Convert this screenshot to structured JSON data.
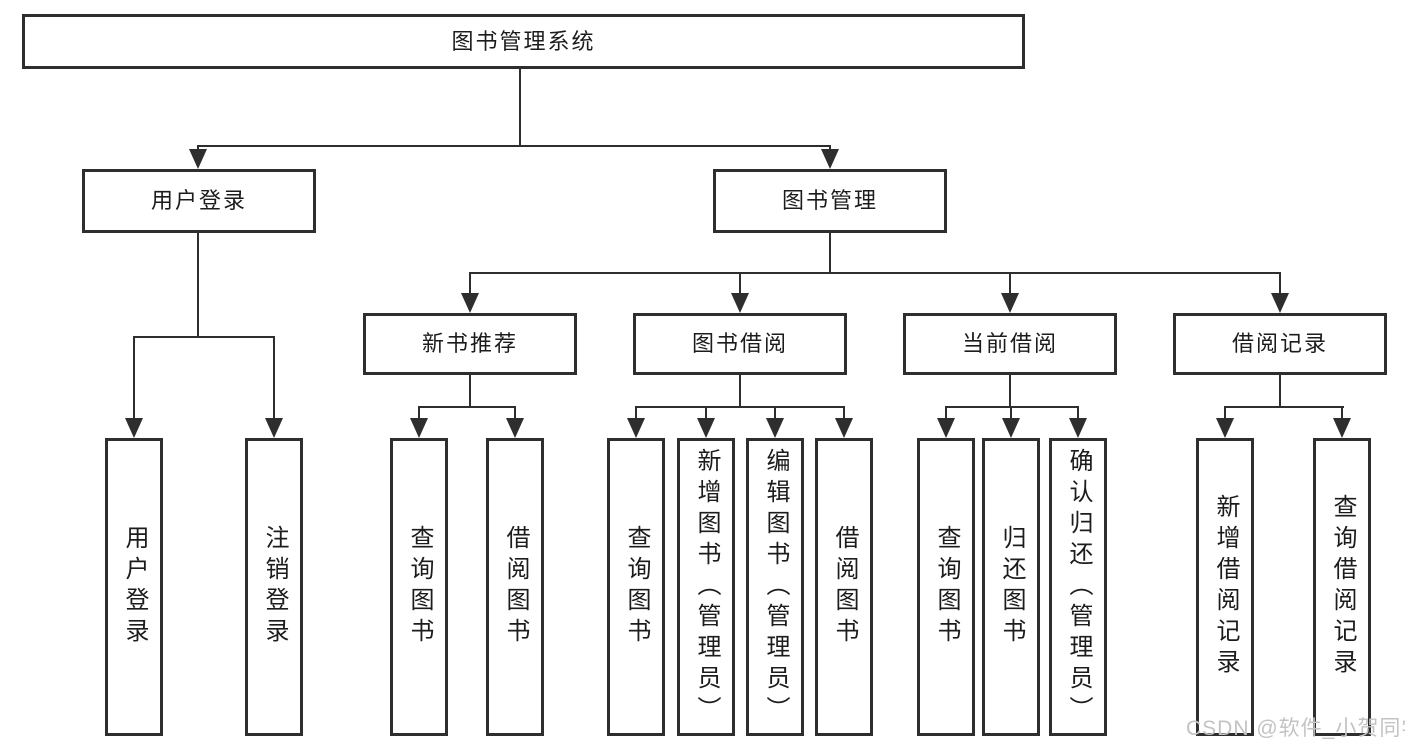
{
  "diagram": {
    "type": "hierarchy-tree",
    "root": {
      "label": "图书管理系统",
      "children": [
        {
          "label": "用户登录",
          "children": [
            {
              "label": "用户登录"
            },
            {
              "label": "注销登录"
            }
          ]
        },
        {
          "label": "图书管理",
          "children": [
            {
              "label": "新书推荐",
              "children": [
                {
                  "label": "查询图书"
                },
                {
                  "label": "借阅图书"
                }
              ]
            },
            {
              "label": "图书借阅",
              "children": [
                {
                  "label": "查询图书"
                },
                {
                  "label": "新增图书（管理员）"
                },
                {
                  "label": "编辑图书（管理员）"
                },
                {
                  "label": "借阅图书"
                }
              ]
            },
            {
              "label": "当前借阅",
              "children": [
                {
                  "label": "查询图书"
                },
                {
                  "label": "归还图书"
                },
                {
                  "label": "确认归还（管理员）"
                }
              ]
            },
            {
              "label": "借阅记录",
              "children": [
                {
                  "label": "新增借阅记录"
                },
                {
                  "label": "查询借阅记录"
                }
              ]
            }
          ]
        }
      ]
    }
  },
  "watermark": {
    "text": "CSDN @软件_小贺同学"
  },
  "colors": {
    "line": "#2e2e2e",
    "text": "#1c1c1c",
    "watermark": "#c3c3c3",
    "background": "#ffffff"
  }
}
